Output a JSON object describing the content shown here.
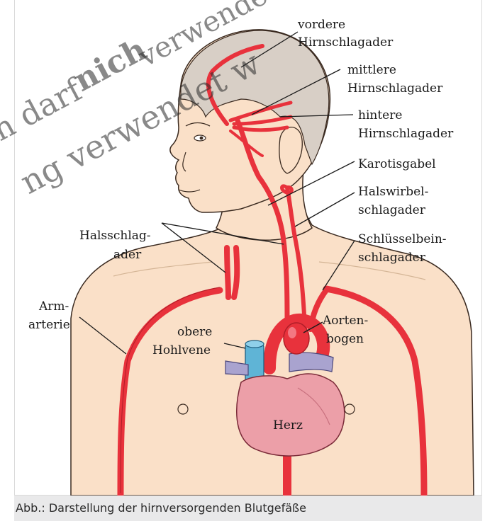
{
  "labels": {
    "vordere_1": "vordere",
    "vordere_2": "Hirnschlagader",
    "mittlere_1": "mittlere",
    "mittlere_2": "Hirnschlagader",
    "hintere_1": "hintere",
    "hintere_2": "Hirnschlagader",
    "karotisgabel": "Karotisgabel",
    "halswirbel_1": "Halswirbel-",
    "halswirbel_2": "schlagader",
    "halsschlag_1": "Halsschlag-",
    "halsschlag_2": "ader",
    "schluessel_1": "Schlüsselbein-",
    "schluessel_2": "schlagader",
    "arm_1": "Arm-",
    "arm_2": "arterie",
    "aorten_1": "Aorten-",
    "aorten_2": "bogen",
    "hohlvene_1": "obere",
    "hohlvene_2": "Hohlvene",
    "herz": "Herz"
  },
  "watermark": {
    "line1_a": "n darf",
    "line1_b": "nich",
    "line1_c": "verwendet we",
    "line2": "ng verwendet w"
  },
  "caption": "Abb.: Darstellung der hirnversorgenden Blutgefäße",
  "colors": {
    "skin": "#fae0c8",
    "skin_outline": "#3a2a20",
    "hair": "#d8cfc6",
    "artery": "#e8323c",
    "artery_dark": "#b01e28",
    "vein_blue": "#5fb4d6",
    "vein_purple": "#a9a3cf",
    "heart": "#ec9fa8",
    "caption_bg": "#e9e9ea"
  }
}
